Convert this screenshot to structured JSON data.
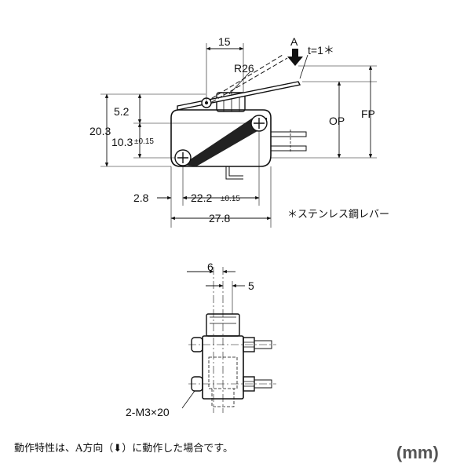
{
  "top_view": {
    "dim_15": "15",
    "label_a": "A",
    "t_note": "t=1＊",
    "r26": "R26",
    "dim_5_2": "5.2",
    "dim_20_3": "20.3",
    "dim_10_3": "10.3",
    "dim_10_3_tol": "±0.15",
    "op": "OP",
    "fp": "FP",
    "dim_2_8": "2.8",
    "dim_22_2": "22.2",
    "dim_22_2_tol": "±0.15",
    "dim_27_8": "27.8",
    "lever_note": "＊ステンレス鋼レバー"
  },
  "side_view": {
    "dim_6": "6",
    "dim_5": "5",
    "screw_note": "2-M3×20"
  },
  "footer": {
    "caption": "動作特性は、A方向（⬇）に動作した場合です。",
    "unit": "(mm)"
  }
}
